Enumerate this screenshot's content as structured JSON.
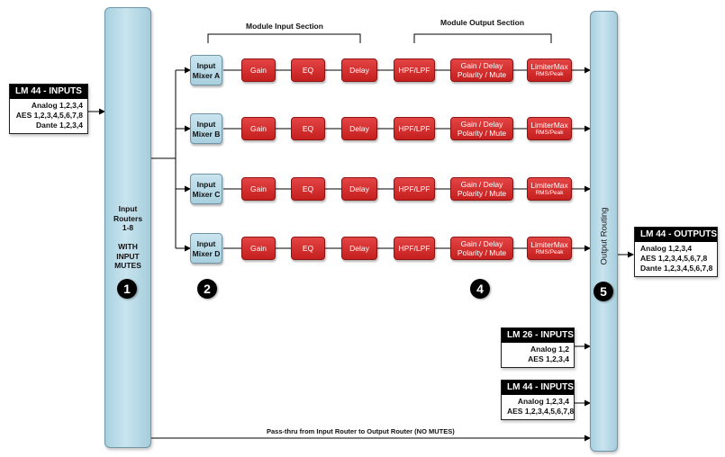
{
  "lm44_inputs": {
    "title": "LM 44 - INPUTS",
    "lines": [
      "Analog 1,2,3,4",
      "AES 1,2,3,4,5,6,7,8",
      "Dante 1,2,3,4"
    ]
  },
  "input_router": {
    "lines": [
      "Input",
      "Routers",
      "1-8",
      "",
      "WITH",
      "INPUT",
      "MUTES"
    ],
    "badge": "1"
  },
  "section_labels": {
    "input": "Module Input Section",
    "output": "Module Output Section"
  },
  "badges": {
    "mixers": "2",
    "output_chain": "4",
    "output_router": "5"
  },
  "mixers": [
    {
      "line1": "Input",
      "line2": "Mixer A"
    },
    {
      "line1": "Input",
      "line2": "Mixer B"
    },
    {
      "line1": "Input",
      "line2": "Mixer C"
    },
    {
      "line1": "Input",
      "line2": "Mixer D"
    }
  ],
  "blocks": {
    "gain": "Gain",
    "eq": "EQ",
    "delay": "Delay",
    "hpf": "HPF/LPF",
    "gdp_line1": "Gain / Delay",
    "gdp_line2": "Polarity / Mute",
    "lim_line1": "LimiterMax",
    "lim_line2": "RMS/Peak"
  },
  "output_router": {
    "label": "Output Routing"
  },
  "lm44_outputs": {
    "title": "LM 44 - OUTPUTS",
    "lines": [
      "Analog 1,2,3,4",
      "AES 1,2,3,4,5,6,7,8",
      "Dante 1,2,3,4,5,6,7,8"
    ]
  },
  "lm26_inputs": {
    "title": "LM 26 - INPUTS",
    "lines": [
      "Analog 1,2",
      "AES 1,2,3,4"
    ]
  },
  "lm44_inputs_b": {
    "title": "LM 44 - INPUTS",
    "lines": [
      "Analog 1,2,3,4",
      "AES 1,2,3,4,5,6,7,8"
    ]
  },
  "passthru": {
    "label": "Pass-thru from Input Router to Output Router (NO MUTES)"
  },
  "colors": {
    "router_blue": "#b6d9e6",
    "dsp_red": "#d42b2b",
    "header_black": "#000000"
  }
}
